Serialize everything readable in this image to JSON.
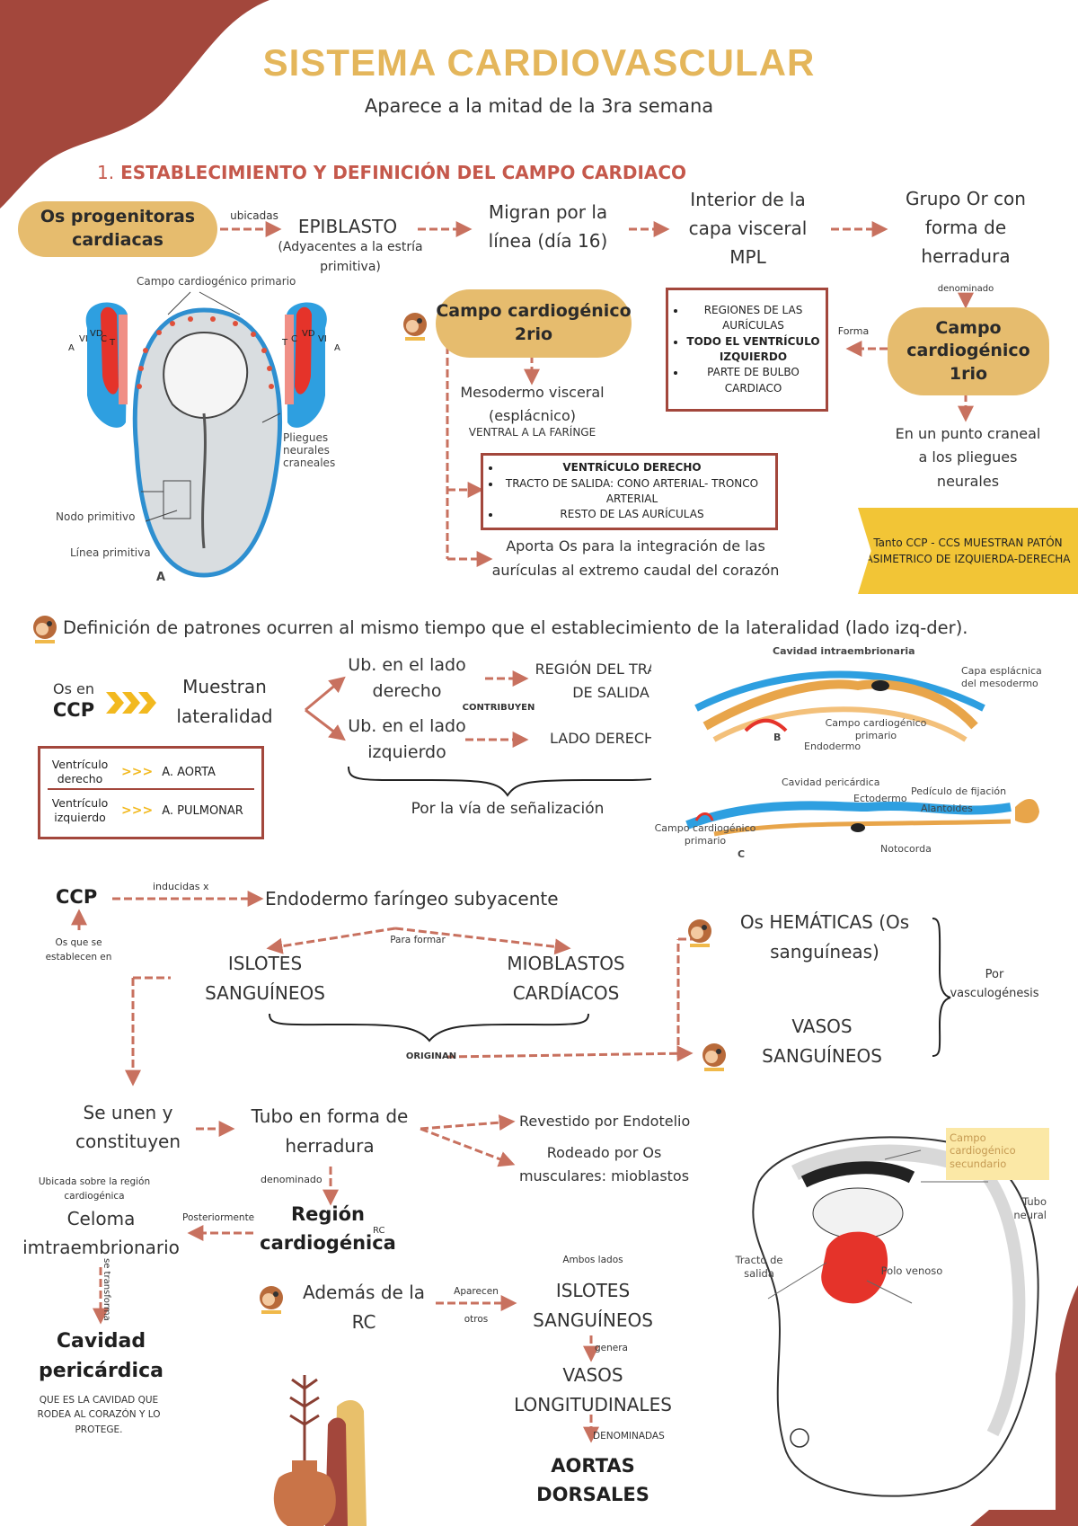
{
  "title": "SISTEMA CARDIOVASCULAR",
  "subtitle": "Aparece a la mitad de la 3ra semana",
  "section1": {
    "number": "1.",
    "heading": "ESTABLECIMIENTO Y DEFINICIÓN DEL CAMPO CARDIACO"
  },
  "flow1": {
    "progenitoras": "Os progenitoras cardiacas",
    "ubicadas": "ubicadas",
    "epiblasto": "EPIBLASTO",
    "epiblasto_note": "(Adyacentes a la estría primitiva)",
    "migran": "Migran por la línea (día 16)",
    "interior": "Interior de la capa visceral MPL",
    "grupo": "Grupo Or con forma de herradura",
    "denominado": "denominado",
    "campo1": "Campo cardiogénico 1rio",
    "forma": "Forma",
    "campo1_regions": [
      "REGIONES DE LAS AURÍCULAS",
      "TODO EL VENTRÍCULO IZQUIERDO",
      "PARTE DE BULBO CARDIACO"
    ],
    "punto_craneal": "En un punto craneal a los pliegues neurales",
    "campo2": "Campo cardiogénico 2rio",
    "mesodermo": "Mesodermo visceral (esplácnico)",
    "ventral": "VENTRAL A LA FARÍNGE",
    "campo2_regions": [
      "VENTRÍCULO DERECHO",
      "TRACTO DE SALIDA: CONO ARTERIAL- TRONCO ARTERIAL",
      "RESTO DE LAS AURÍCULAS"
    ],
    "aporta": "Aporta Os para la integración de las aurículas al extremo caudal del corazón",
    "banner": "Tanto CCP - CCS MUESTRAN PATÓN ASIMETRICO DE IZQUIERDA-DERECHA"
  },
  "embryo_fig": {
    "campo_primario": "Campo cardiogénico primario",
    "pliegues": "Pliegues neurales craneales",
    "nodo": "Nodo primitivo",
    "linea": "Línea primitiva",
    "letter": "A",
    "heart_labels_left": [
      "A",
      "VI",
      "VD",
      "C",
      "T"
    ],
    "heart_labels_right": [
      "T",
      "C",
      "VD",
      "VI",
      "A"
    ]
  },
  "patterns": {
    "intro": "Definición de patrones ocurren al mismo tiempo que el establecimiento de la lateralidad (lado izq-der).",
    "os_en": "Os en",
    "ccp": "CCP",
    "muestran": "Muestran lateralidad",
    "derecho": "Ub. en el lado derecho",
    "izquierdo": "Ub. en el lado izquierdo",
    "contribuyen": "CONTRIBUYEN",
    "region_tracto": "REGIÓN DEL TRACTO DE SALIDA",
    "lado_derecho": "LADO DERECHO",
    "via": "Por la vía de señalización",
    "ventriculos": [
      {
        "name": "Ventrículo derecho",
        "artery": "A. AORTA"
      },
      {
        "name": "Ventrículo izquierdo",
        "artery": "A. PULMONAR"
      }
    ]
  },
  "section_fig": {
    "cavidad_intra": "Cavidad intraembrionaria",
    "capa": "Capa esplácnica del mesodermo",
    "campo": "Campo cardiogénico primario",
    "endodermo": "Endodermo",
    "letter_b": "B",
    "cavidad_peri": "Cavidad pericárdica",
    "ectodermo": "Ectodermo",
    "pediculo": "Pedículo de fijación",
    "alantoides": "Alantoides",
    "campo2": "Campo cardiogénico primario",
    "notocorda": "Notocorda",
    "letter_c": "C"
  },
  "flow2": {
    "ccp": "CCP",
    "inducidas": "inducidas x",
    "endodermo": "Endodermo faríngeo subyacente",
    "os_que": "Os que se establecen en",
    "para_formar": "Para formar",
    "islotes": "ISLOTES SANGUÍNEOS",
    "mioblastos": "MIOBLASTOS CARDÍACOS",
    "originan": "ORIGINAN",
    "hematicas": "Os HEMÁTICAS (Os sanguíneas)",
    "vasos": "VASOS SANGUÍNEOS",
    "vasculogenesis": "Por vasculogénesis"
  },
  "flow3": {
    "se_unen": "Se unen y constituyen",
    "tubo": "Tubo en forma de herradura",
    "revestido": "Revestido por Endotelio",
    "rodeado": "Rodeado por Os musculares: mioblastos",
    "denominado": "denominado",
    "region": "Región cardiogénica",
    "rc": "RC",
    "posteriormente": "Posteriormente",
    "ubicada": "Ubicada sobre la región cardiogénica",
    "celoma": "Celoma imtraembrionario",
    "se_transforma": "se transforma",
    "cavidad": "Cavidad pericárdica",
    "cavidad_note": "QUE ES LA CAVIDAD QUE RODEA AL CORAZÓN Y LO PROTEGE.",
    "ademas": "Además de la RC",
    "aparecen": "Aparecen",
    "otros": "otros",
    "ambos": "Ambos lados",
    "islotes2": "ISLOTES SANGUÍNEOS",
    "genera": "genera",
    "vasos_long": "VASOS LONGITUDINALES",
    "denominadas": "DENOMINADAS",
    "aortas": "AORTAS DORSALES"
  },
  "heart_fig": {
    "campo_sec": "Campo cardiogénico secundario",
    "tubo_neural": "Tubo neural",
    "tracto": "Tracto de salida",
    "polo": "Polo venoso"
  },
  "colors": {
    "accent": "#a3473c",
    "gold": "#e6bc6e",
    "title": "#e4b65b",
    "arrow": "#c8715f",
    "banner": "#f2c536"
  }
}
